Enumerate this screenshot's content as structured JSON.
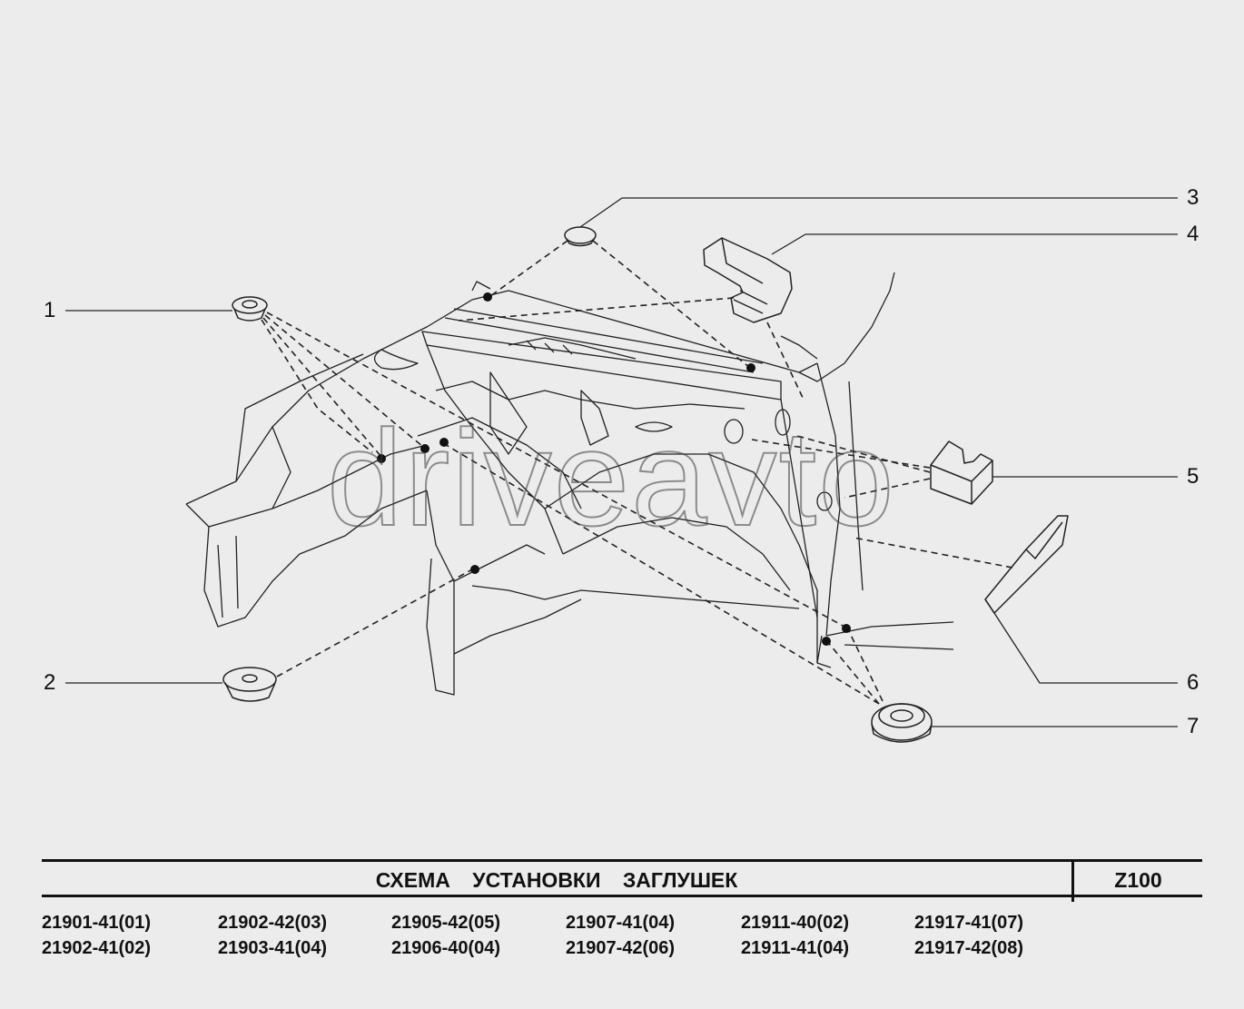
{
  "diagram": {
    "callouts": [
      "1",
      "2",
      "3",
      "4",
      "5",
      "6",
      "7"
    ],
    "watermark": "driveavto"
  },
  "title_block": {
    "title": "СХЕМА УСТАНОВКИ ЗАГЛУШЕК",
    "code": "Z100"
  },
  "models": [
    [
      "21901-41(01)",
      "21902-41(02)"
    ],
    [
      "21902-42(03)",
      "21903-41(04)"
    ],
    [
      "21905-42(05)",
      "21906-40(04)"
    ],
    [
      "21907-41(04)",
      "21907-42(06)"
    ],
    [
      "21911-40(02)",
      "21911-41(04)"
    ],
    [
      "21917-41(07)",
      "21917-42(08)"
    ]
  ]
}
